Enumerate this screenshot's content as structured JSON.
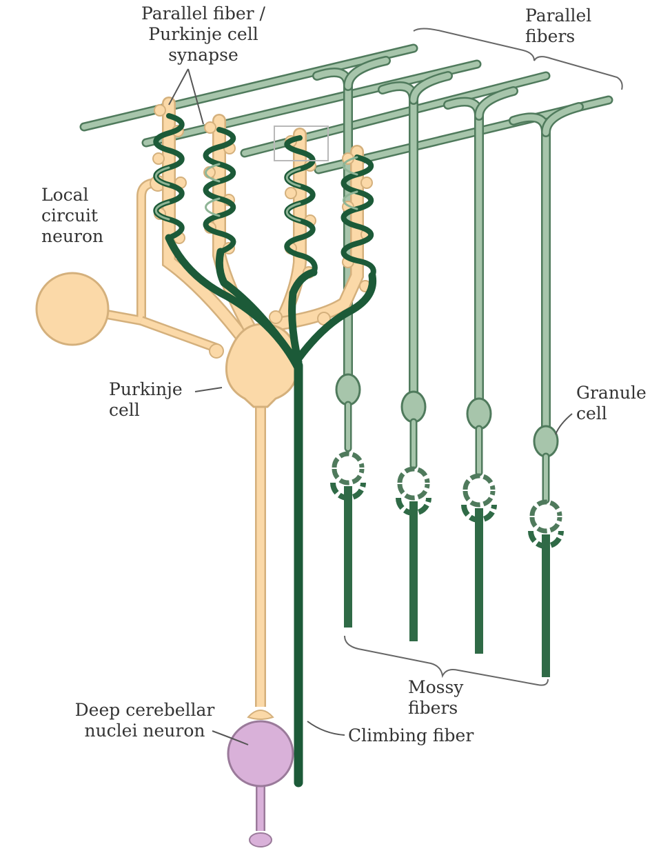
{
  "labels": {
    "pf_synapse": "Parallel fiber /\nPurkinje cell\nsynapse",
    "parallel_fibers": "Parallel\nfibers",
    "local_circuit": "Local\ncircuit\nneuron",
    "purkinje": "Purkinje\ncell",
    "granule": "Granule\ncell",
    "mossy": "Mossy\nfibers",
    "deep_nuclei": "Deep cerebellar\nnuclei neuron",
    "climbing": "Climbing fiber"
  },
  "colors": {
    "purkinje": "#fbd9a8",
    "purkinje_outline": "#d4b07c",
    "climbing": "#1c5a38",
    "granule_fiber": "#a7c5ab",
    "granule_outline": "#4f7a5c",
    "mossy": "#2f6a46",
    "deep_nuclei": "#d9b1d9",
    "deep_nuclei_outline": "#9a7a9a",
    "leader": "#555555"
  }
}
